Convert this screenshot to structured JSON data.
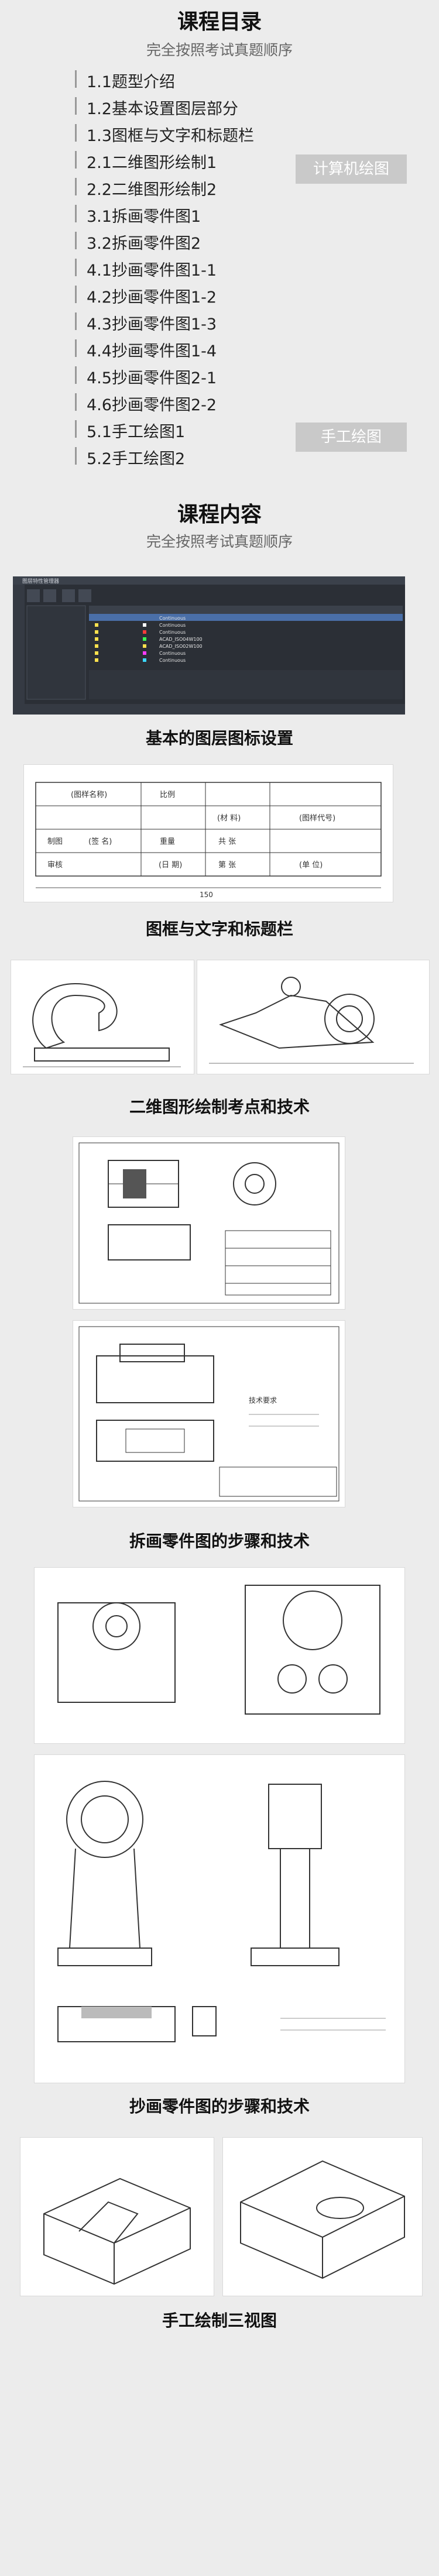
{
  "toc": {
    "title": "课程目录",
    "subtitle": "完全按照考试真题顺序",
    "items": [
      "1.1题型介绍",
      "1.2基本设置图层部分",
      "1.3图框与文字和标题栏",
      "2.1二维图形绘制1",
      "2.2二维图形绘制2",
      "3.1拆画零件图1",
      "3.2拆画零件图2",
      "4.1抄画零件图1-1",
      "4.2抄画零件图1-2",
      "4.3抄画零件图1-3",
      "4.4抄画零件图1-4",
      "4.5抄画零件图2-1",
      "4.6抄画零件图2-2",
      "5.1手工绘图1",
      "5.2手工绘图2"
    ],
    "badges": [
      "计算机绘图",
      "手工绘图"
    ]
  },
  "content": {
    "title": "课程内容",
    "subtitle": "完全按照考试真题顺序"
  },
  "figures": {
    "layer": {
      "caption": "基本的图层图标设置",
      "window_title": "图层特性管理器",
      "rows": [
        "Continuous",
        "Continuous",
        "Continuous",
        "ACAD_ISO04W100",
        "ACAD_ISO02W100",
        "Continuous",
        "Continuous"
      ]
    },
    "titleblock": {
      "caption": "图框与文字和标题栏",
      "cells": [
        "(图样名称)",
        "比例",
        "(图样代号)",
        "(单 位)",
        "(材 料)",
        "重量",
        "共 张",
        "第 张",
        "制图",
        "审核",
        "(签 名)",
        "(日 期)"
      ],
      "dim": "150"
    },
    "drawing2d": {
      "caption": "二维图形绘制考点和技术"
    },
    "disassembly": {
      "caption": "拆画零件图的步骤和技术",
      "notes": "技术要求"
    },
    "copy1": {
      "caption": "抄画零件图的步骤和技术"
    },
    "handdraw": {
      "caption": "手工绘制三视图"
    },
    "colors": {
      "background": "#ececec",
      "badge": "#c9c9c9",
      "cad_dark": "#2b2f36"
    }
  }
}
